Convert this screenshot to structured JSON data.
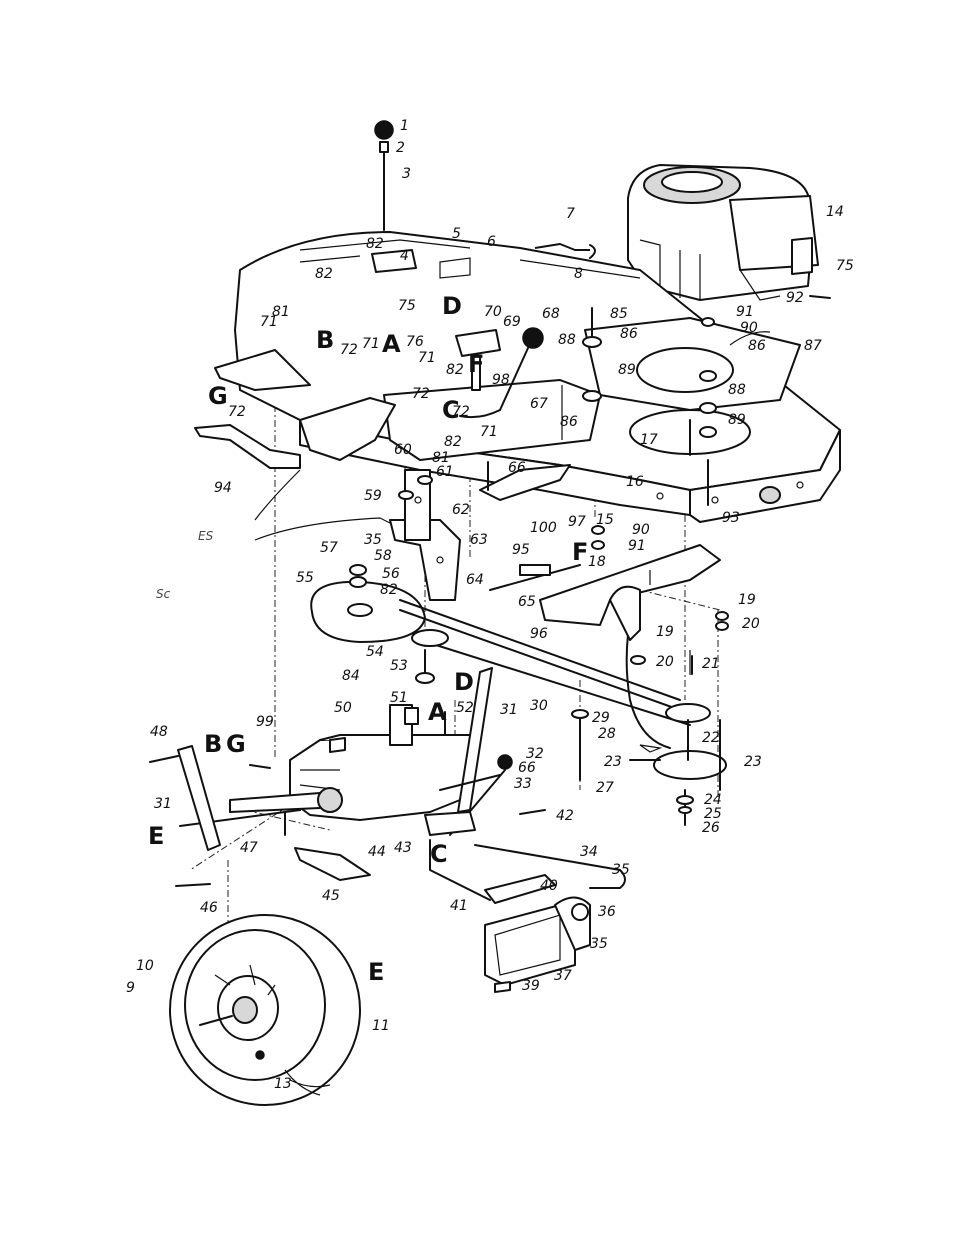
{
  "callouts": [
    {
      "id": "c1",
      "text": "1"
    },
    {
      "id": "c2",
      "text": "2"
    },
    {
      "id": "c3",
      "text": "3"
    },
    {
      "id": "c7",
      "text": "7"
    },
    {
      "id": "c8",
      "text": "8"
    },
    {
      "id": "c14",
      "text": "14"
    },
    {
      "id": "c75a",
      "text": "75"
    },
    {
      "id": "c92",
      "text": "92"
    },
    {
      "id": "c5",
      "text": "5"
    },
    {
      "id": "c6",
      "text": "6"
    },
    {
      "id": "c4",
      "text": "4"
    },
    {
      "id": "c82a",
      "text": "82"
    },
    {
      "id": "c82b",
      "text": "82"
    },
    {
      "id": "c81a",
      "text": "81"
    },
    {
      "id": "c75b",
      "text": "75"
    },
    {
      "id": "c70",
      "text": "70"
    },
    {
      "id": "c69",
      "text": "69"
    },
    {
      "id": "c68",
      "text": "68"
    },
    {
      "id": "c85",
      "text": "85"
    },
    {
      "id": "c86a",
      "text": "86"
    },
    {
      "id": "c91a",
      "text": "91"
    },
    {
      "id": "c90a",
      "text": "90"
    },
    {
      "id": "c86b",
      "text": "86"
    },
    {
      "id": "c87",
      "text": "87"
    },
    {
      "id": "c88a",
      "text": "88"
    },
    {
      "id": "c88b",
      "text": "88"
    },
    {
      "id": "c89a",
      "text": "89"
    },
    {
      "id": "c86c",
      "text": "86"
    },
    {
      "id": "c89b",
      "text": "89"
    },
    {
      "id": "c17",
      "text": "17"
    },
    {
      "id": "c71a",
      "text": "71"
    },
    {
      "id": "c72a",
      "text": "72"
    },
    {
      "id": "c71b",
      "text": "71"
    },
    {
      "id": "c76",
      "text": "76"
    },
    {
      "id": "c71c",
      "text": "71"
    },
    {
      "id": "c82c",
      "text": "82"
    },
    {
      "id": "c72b",
      "text": "72"
    },
    {
      "id": "c98",
      "text": "98"
    },
    {
      "id": "c67",
      "text": "67"
    },
    {
      "id": "c72c",
      "text": "72"
    },
    {
      "id": "c71d",
      "text": "71"
    },
    {
      "id": "c72d",
      "text": "72"
    },
    {
      "id": "c82d",
      "text": "82"
    },
    {
      "id": "c81b",
      "text": "81"
    },
    {
      "id": "c60",
      "text": "60"
    },
    {
      "id": "c66a",
      "text": "66"
    },
    {
      "id": "c16",
      "text": "16"
    },
    {
      "id": "c61",
      "text": "61"
    },
    {
      "id": "c59",
      "text": "59"
    },
    {
      "id": "c62",
      "text": "62"
    },
    {
      "id": "c94",
      "text": "94"
    },
    {
      "id": "c93",
      "text": "93"
    },
    {
      "id": "c15",
      "text": "15"
    },
    {
      "id": "c90b",
      "text": "90"
    },
    {
      "id": "c91b",
      "text": "91"
    },
    {
      "id": "c97",
      "text": "97"
    },
    {
      "id": "c100",
      "text": "100"
    },
    {
      "id": "c35a",
      "text": "35"
    },
    {
      "id": "c63",
      "text": "63"
    },
    {
      "id": "c57",
      "text": "57"
    },
    {
      "id": "c58",
      "text": "58"
    },
    {
      "id": "c56",
      "text": "56"
    },
    {
      "id": "c95",
      "text": "95"
    },
    {
      "id": "c18",
      "text": "18"
    },
    {
      "id": "c55",
      "text": "55"
    },
    {
      "id": "c82e",
      "text": "82"
    },
    {
      "id": "c64",
      "text": "64"
    },
    {
      "id": "c65",
      "text": "65"
    },
    {
      "id": "c96",
      "text": "96"
    },
    {
      "id": "c19a",
      "text": "19"
    },
    {
      "id": "c20a",
      "text": "20"
    },
    {
      "id": "c19b",
      "text": "19"
    },
    {
      "id": "c20b",
      "text": "20"
    },
    {
      "id": "c21",
      "text": "21"
    },
    {
      "id": "c54",
      "text": "54"
    },
    {
      "id": "c53",
      "text": "53"
    },
    {
      "id": "c84",
      "text": "84"
    },
    {
      "id": "c30",
      "text": "30"
    },
    {
      "id": "c50",
      "text": "50"
    },
    {
      "id": "c51",
      "text": "51"
    },
    {
      "id": "c52",
      "text": "52"
    },
    {
      "id": "c31a",
      "text": "31"
    },
    {
      "id": "c29",
      "text": "29"
    },
    {
      "id": "c28",
      "text": "28"
    },
    {
      "id": "c22",
      "text": "22"
    },
    {
      "id": "c23a",
      "text": "23"
    },
    {
      "id": "c23b",
      "text": "23"
    },
    {
      "id": "c48",
      "text": "48"
    },
    {
      "id": "c99",
      "text": "99"
    },
    {
      "id": "c32",
      "text": "32"
    },
    {
      "id": "c66b",
      "text": "66"
    },
    {
      "id": "c33",
      "text": "33"
    },
    {
      "id": "c27",
      "text": "27"
    },
    {
      "id": "c24",
      "text": "24"
    },
    {
      "id": "c25",
      "text": "25"
    },
    {
      "id": "c26",
      "text": "26"
    },
    {
      "id": "c31b",
      "text": "31"
    },
    {
      "id": "c42",
      "text": "42"
    },
    {
      "id": "c47",
      "text": "47"
    },
    {
      "id": "c44",
      "text": "44"
    },
    {
      "id": "c43",
      "text": "43"
    },
    {
      "id": "c34",
      "text": "34"
    },
    {
      "id": "c35b",
      "text": "35"
    },
    {
      "id": "c45",
      "text": "45"
    },
    {
      "id": "c40",
      "text": "40"
    },
    {
      "id": "c46",
      "text": "46"
    },
    {
      "id": "c41",
      "text": "41"
    },
    {
      "id": "c36",
      "text": "36"
    },
    {
      "id": "c35c",
      "text": "35"
    },
    {
      "id": "c10",
      "text": "10"
    },
    {
      "id": "c9",
      "text": "9"
    },
    {
      "id": "c11",
      "text": "11"
    },
    {
      "id": "c37",
      "text": "37"
    },
    {
      "id": "c39",
      "text": "39"
    },
    {
      "id": "c13",
      "text": "13"
    }
  ],
  "letters": [
    {
      "id": "lB1",
      "text": "B"
    },
    {
      "id": "lA1",
      "text": "A"
    },
    {
      "id": "lD1",
      "text": "D"
    },
    {
      "id": "lF1",
      "text": "F"
    },
    {
      "id": "lG1",
      "text": "G"
    },
    {
      "id": "lC1",
      "text": "C"
    },
    {
      "id": "lF2",
      "text": "F"
    },
    {
      "id": "lD2",
      "text": "D"
    },
    {
      "id": "lA2",
      "text": "A"
    },
    {
      "id": "lB2",
      "text": "B"
    },
    {
      "id": "lG2",
      "text": "G"
    },
    {
      "id": "lE1",
      "text": "E"
    },
    {
      "id": "lC2",
      "text": "C"
    },
    {
      "id": "lE2",
      "text": "E"
    }
  ],
  "fragments": [
    {
      "id": "f1",
      "text": "ES"
    },
    {
      "id": "f2",
      "text": "Sc"
    }
  ]
}
